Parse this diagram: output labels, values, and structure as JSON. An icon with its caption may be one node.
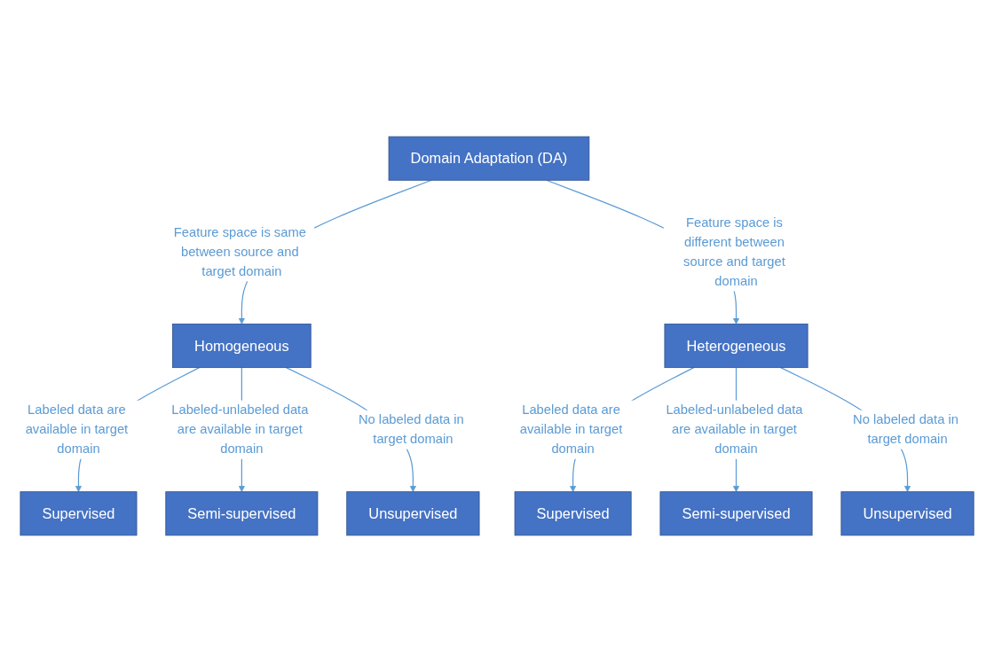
{
  "diagram": {
    "nodes": [
      {
        "text": [
          "Domain Adaptation (DA)"
        ]
      },
      {
        "text": [
          "Homogeneous"
        ]
      },
      {
        "text": [
          "Heterogeneous"
        ]
      },
      {
        "text": [
          "Supervised"
        ]
      },
      {
        "text": [
          "Semi-supervised"
        ]
      },
      {
        "text": [
          "Unsupervised"
        ]
      },
      {
        "text": [
          "Supervised"
        ]
      },
      {
        "text": [
          "Semi-supervised"
        ]
      },
      {
        "text": [
          "Unsupervised"
        ]
      }
    ],
    "edges": [
      {
        "from": 0,
        "to": 1,
        "arrow": "to",
        "label": "Feature space is same between source and target domain"
      },
      {
        "from": 0,
        "to": 2,
        "arrow": "to",
        "label": "Feature space is different between source and target domain"
      },
      {
        "from": 1,
        "to": 3,
        "arrow": "to",
        "label": "Labeled data are available in target domain"
      },
      {
        "from": 1,
        "to": 4,
        "arrow": "to",
        "label": "Labeled-unlabeled data are available in target domain"
      },
      {
        "from": 1,
        "to": 5,
        "arrow": "to",
        "label": "No labeled data in target domain"
      },
      {
        "from": 2,
        "to": 6,
        "arrow": "to",
        "label": "Labeled data are available in target domain"
      },
      {
        "from": 2,
        "to": 7,
        "arrow": "to",
        "label": "Labeled-unlabeled data are available in target domain"
      },
      {
        "from": 2,
        "to": 8,
        "arrow": "to",
        "label": "No labeled data in target domain"
      }
    ]
  }
}
